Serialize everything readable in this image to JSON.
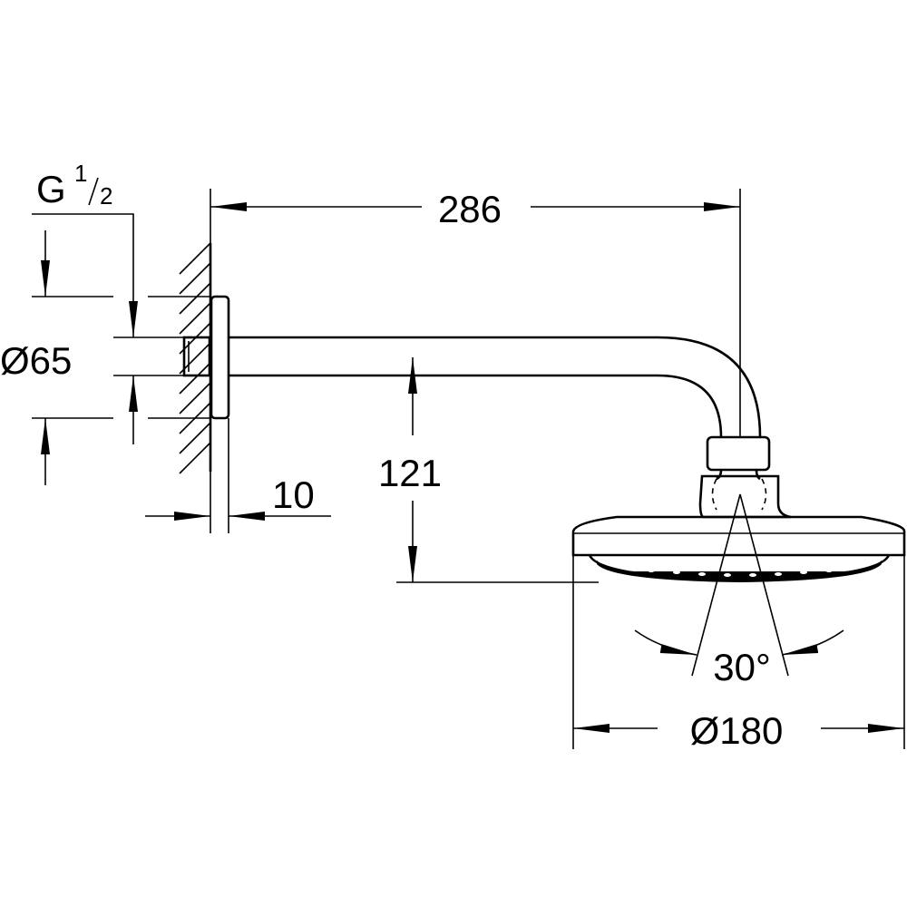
{
  "dimensions": {
    "thread_main": "G",
    "thread_num": "1",
    "thread_den": "2",
    "flange_diameter": "Ø65",
    "arm_length": "286",
    "flange_depth": "10",
    "drop_height": "121",
    "spray_angle": "30°",
    "head_diameter": "Ø180"
  }
}
